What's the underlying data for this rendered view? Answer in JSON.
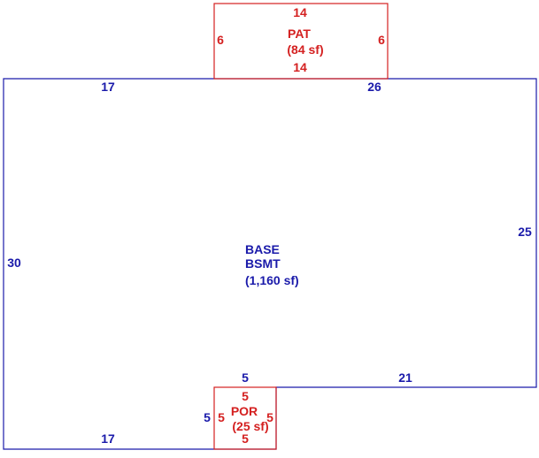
{
  "colors": {
    "base_line": "#1a1aaa",
    "base_text": "#1a1aaa",
    "addon_line": "#d42020",
    "addon_text": "#d42020",
    "background": "#ffffff"
  },
  "base": {
    "name_line1": "BASE",
    "name_line2": "BSMT",
    "area": "(1,160 sf)",
    "dims": {
      "top_left": "17",
      "top_right": "26",
      "right": "25",
      "left": "30",
      "step_top": "5",
      "step_right": "21",
      "step_left": "5",
      "bottom": "17"
    }
  },
  "patio": {
    "name": "PAT",
    "area": "(84 sf)",
    "dims": {
      "top": "14",
      "bottom": "14",
      "left": "6",
      "right": "6"
    }
  },
  "porch": {
    "name": "POR",
    "area": "(25 sf)",
    "dims": {
      "top": "5",
      "bottom": "5",
      "left": "5",
      "right": "5"
    }
  }
}
